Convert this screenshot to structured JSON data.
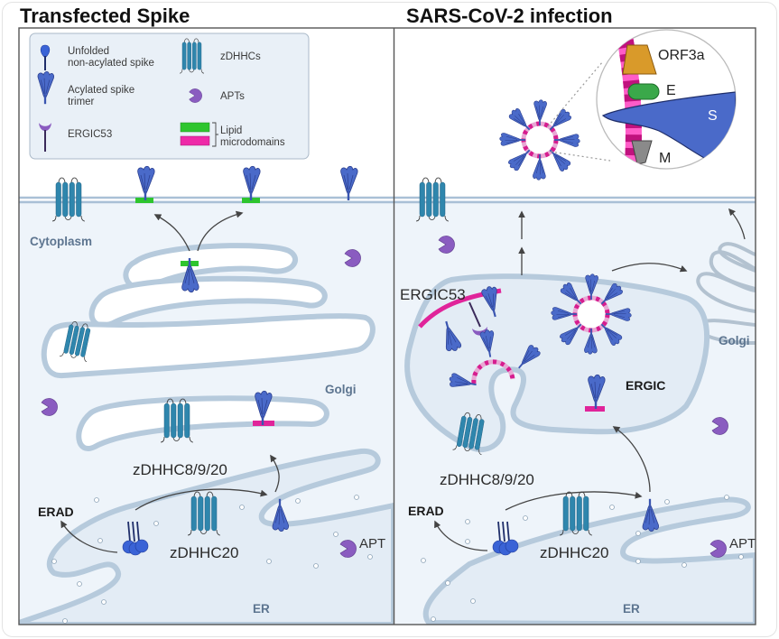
{
  "panels": {
    "left_title": "Transfected Spike",
    "right_title": "SARS-CoV-2 infection"
  },
  "legend": {
    "items": [
      {
        "icon": "unfolded-spike-icon",
        "label_line1": "Unfolded",
        "label_line2": "non-acylated spike"
      },
      {
        "icon": "zdhhc-icon",
        "label_line1": "zDHHCs",
        "label_line2": ""
      },
      {
        "icon": "acylated-spike-trimer-icon",
        "label_line1": "Acylated spike",
        "label_line2": "trimer"
      },
      {
        "icon": "apt-icon",
        "label_line1": "APTs",
        "label_line2": ""
      },
      {
        "icon": "ergic53-icon",
        "label_line1": "ERGIC53",
        "label_line2": ""
      },
      {
        "icon": "lipid-microdomain-icon",
        "label_line1": "Lipid",
        "label_line2": "microdomains"
      }
    ]
  },
  "left": {
    "cytoplasm": "Cytoplasm",
    "golgi": "Golgi",
    "zdhhc_golgi": "zDHHC8/9/20",
    "erad": "ERAD",
    "zdhhc_er": "zDHHC20",
    "apt": "APT",
    "er": "ER"
  },
  "right": {
    "inset": {
      "orf3a": "ORF3a",
      "e": "E",
      "s": "S",
      "m": "M"
    },
    "ergic53": "ERGIC53",
    "ergic": "ERGIC",
    "golgi": "Golgi",
    "zdhhc_golgi": "zDHHC8/9/20",
    "erad": "ERAD",
    "zdhhc_er": "zDHHC20",
    "apt": "APT",
    "er": "ER"
  },
  "colors": {
    "spike": "#4a6ac9",
    "spike_dark": "#2b3f8f",
    "zdhhc": "#2f86ad",
    "apt": "#8a5cc0",
    "green_domain": "#2ec52e",
    "pink_domain": "#e0249a",
    "membrane": "#b8cde0",
    "cytoplasm": "#eef4fa",
    "orf3a": "#d99a2a",
    "e_protein": "#3aa84a",
    "m_protein": "#8a8a8a"
  }
}
